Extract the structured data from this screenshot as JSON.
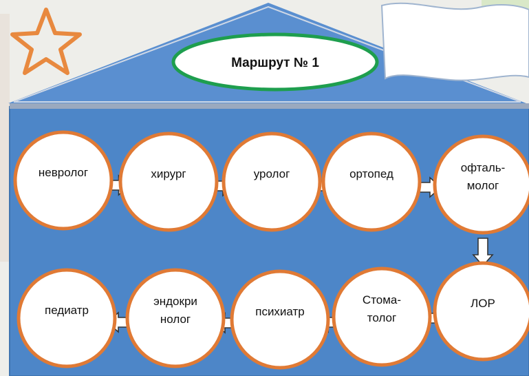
{
  "title": "Маршрут № 1",
  "colors": {
    "board": "#4d86c8",
    "board_border": "#3f74b0",
    "roof": "#5a8fd0",
    "node_fill": "#ffffff",
    "node_border": "#e07a35",
    "title_border": "#1e9e4e",
    "star": "#e8893f"
  },
  "nodes": [
    {
      "id": "n1",
      "lines": [
        "невролог"
      ]
    },
    {
      "id": "n2",
      "lines": [
        "хирург"
      ]
    },
    {
      "id": "n3",
      "lines": [
        "уролог"
      ]
    },
    {
      "id": "n4",
      "lines": [
        "ортопед"
      ]
    },
    {
      "id": "n5",
      "lines": [
        "офталь-",
        "молог"
      ]
    },
    {
      "id": "n6",
      "lines": [
        "ЛОР"
      ]
    },
    {
      "id": "n7",
      "lines": [
        "Стома-",
        "толог"
      ]
    },
    {
      "id": "n8",
      "lines": [
        "психиатр"
      ]
    },
    {
      "id": "n9",
      "lines": [
        "эндокри",
        "нолог"
      ]
    },
    {
      "id": "n10",
      "lines": [
        "педиатр"
      ]
    }
  ],
  "edges": [
    {
      "from": "n1",
      "to": "n2"
    },
    {
      "from": "n2",
      "to": "n3"
    },
    {
      "from": "n3",
      "to": "n4"
    },
    {
      "from": "n4",
      "to": "n5"
    },
    {
      "from": "n5",
      "to": "n6"
    },
    {
      "from": "n6",
      "to": "n7"
    },
    {
      "from": "n7",
      "to": "n8"
    },
    {
      "from": "n8",
      "to": "n9"
    },
    {
      "from": "n9",
      "to": "n10"
    }
  ]
}
